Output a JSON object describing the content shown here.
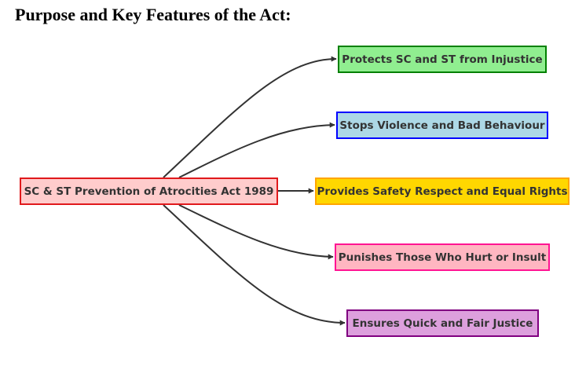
{
  "title": "Purpose and Key Features of the Act:",
  "root": {
    "label": "SC & ST Prevention of Atrocities Act 1989",
    "fill": "#ffcccc",
    "border": "#e0191c"
  },
  "features": [
    {
      "label": "Protects SC and ST from Injustice",
      "fill": "#90ee90",
      "border": "#008000"
    },
    {
      "label": "Stops Violence and Bad Behaviour",
      "fill": "#add8e6",
      "border": "#0000ff"
    },
    {
      "label": "Provides Safety Respect and Equal Rights",
      "fill": "#ffd700",
      "border": "#ffa500"
    },
    {
      "label": "Punishes Those Who Hurt or Insult",
      "fill": "#ffb6c1",
      "border": "#ff1493"
    },
    {
      "label": "Ensures Quick and Fair Justice",
      "fill": "#dda0dd",
      "border": "#800080"
    }
  ],
  "edge_color": "#333333"
}
